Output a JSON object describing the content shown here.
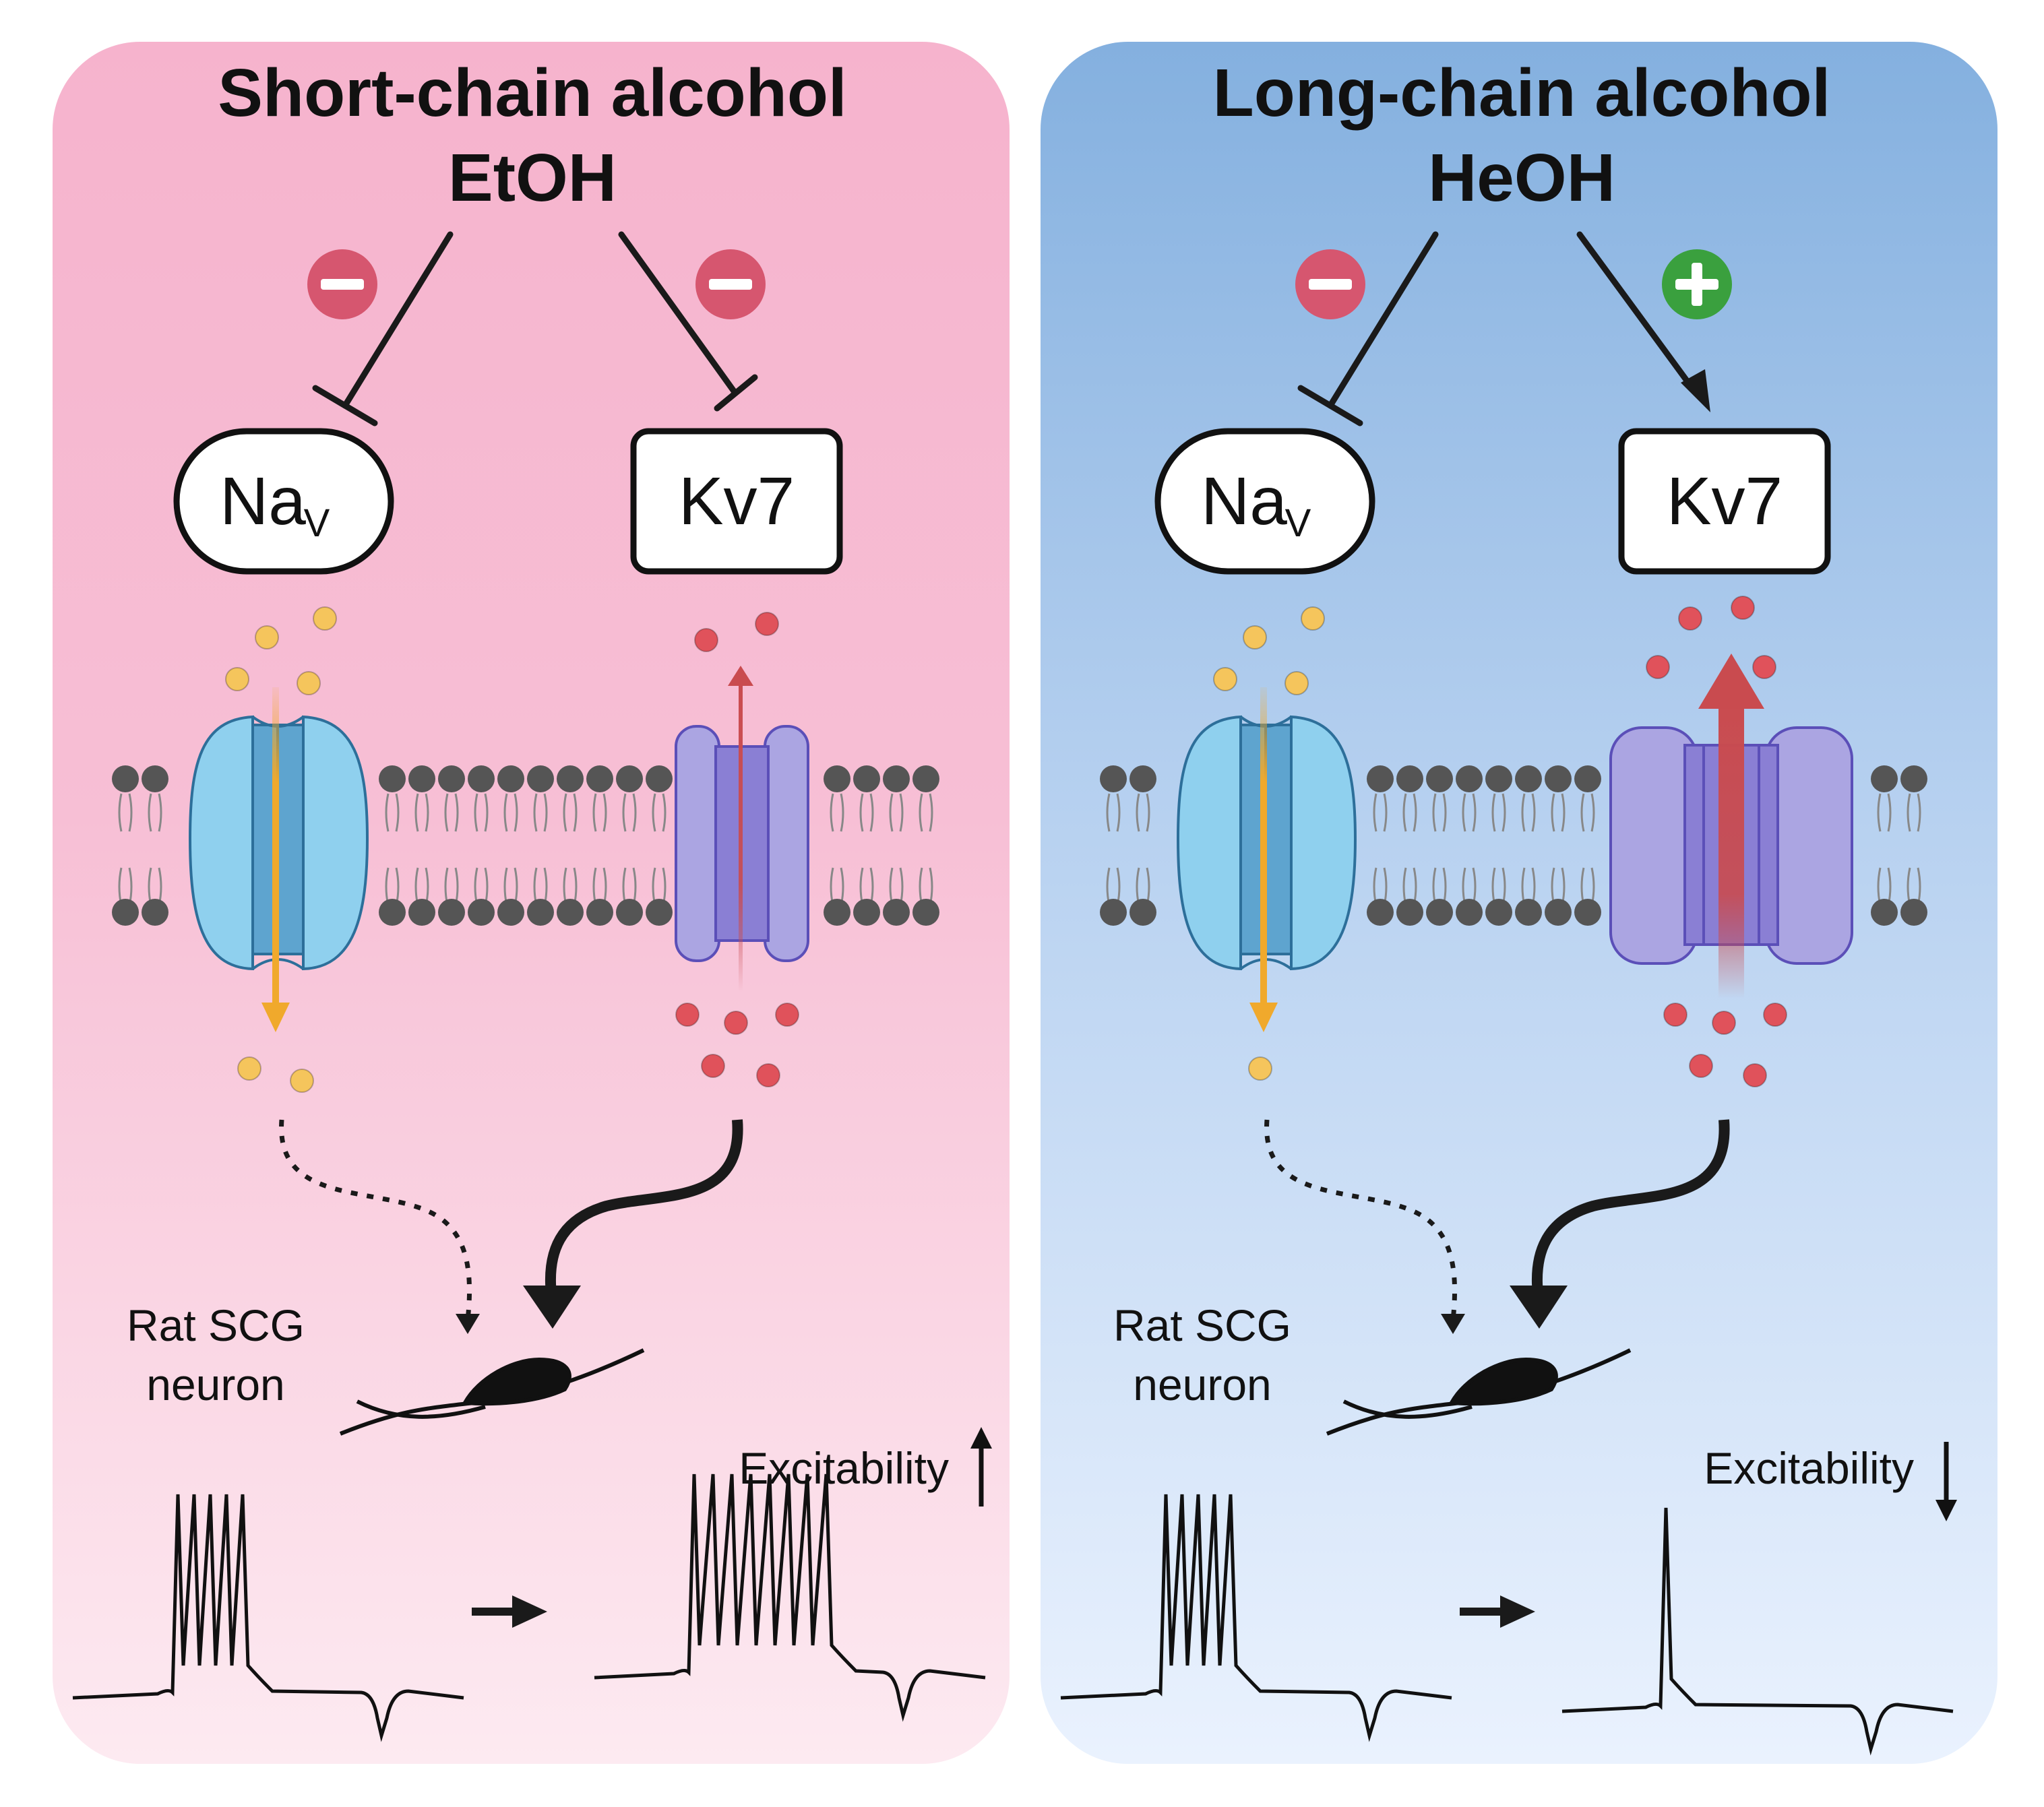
{
  "colors": {
    "left_panel_top": "#f6b3cd",
    "left_panel_bottom": "#fde8ef",
    "right_panel_top": "#84b0df",
    "right_panel_bottom": "#e9f2fe",
    "inhibit_badge": "#d6566f",
    "activate_badge": "#3aa03e",
    "nav_channel": "#8fd0ee",
    "nav_channel_core": "#5ea4cf",
    "kv_channel": "#aba5e2",
    "kv_channel_core": "#8a7fd4",
    "sodium_ion": "#f5c55c",
    "potassium_ion": "#e0525b",
    "sodium_flux": "#f0a92c",
    "potassium_flux": "#c94b4f",
    "lipid_head": "#555555"
  },
  "icons": {
    "inhibit": "minus-circle-icon",
    "activate": "plus-circle-icon",
    "increase": "arrow-up-icon",
    "decrease": "arrow-down-icon"
  },
  "panels": [
    {
      "id": "short",
      "title": "Short-chain alcohol",
      "subtitle": "EtOH",
      "nav_label": "Na",
      "nav_sub": "V",
      "kv_label": "Kv7",
      "nav_effect": "inhibit",
      "kv_effect": "inhibit",
      "neuron_label_line1": "Rat SCG",
      "neuron_label_line2": "neuron",
      "excitability_label": "Excitability",
      "excitability_direction": "up",
      "spikes_before": 5,
      "spikes_after": 8
    },
    {
      "id": "long",
      "title": "Long-chain alcohol",
      "subtitle": "HeOH",
      "nav_label": "Na",
      "nav_sub": "V",
      "kv_label": "Kv7",
      "nav_effect": "inhibit",
      "kv_effect": "activate",
      "neuron_label_line1": "Rat SCG",
      "neuron_label_line2": "neuron",
      "excitability_label": "Excitability",
      "excitability_direction": "down",
      "spikes_before": 5,
      "spikes_after": 1
    }
  ]
}
